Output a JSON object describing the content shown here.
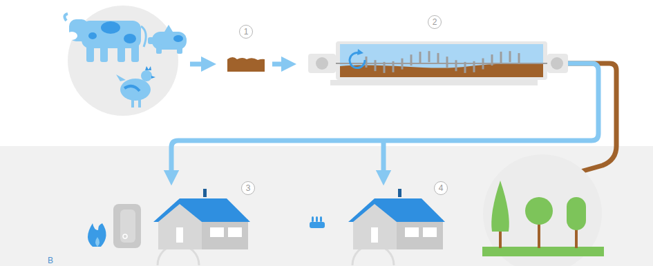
{
  "diagram": {
    "labels": [
      "1",
      "2",
      "3",
      "4",
      "B"
    ]
  }
}
